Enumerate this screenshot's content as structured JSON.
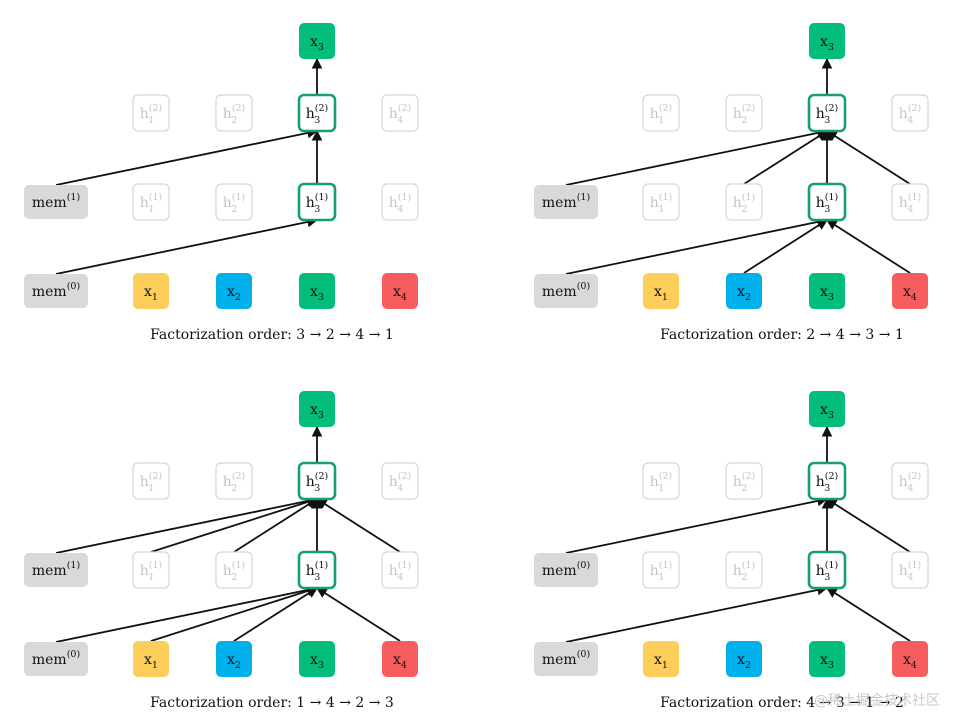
{
  "colors": {
    "x1": "#FDCF5A",
    "x2": "#00B0EB",
    "x3": "#02BE7A",
    "x4": "#F65D5F",
    "mem": "#D9D9D9",
    "active_border": "#169E73",
    "faded_border": "#D6D6D6",
    "edge": "#111111"
  },
  "panels": [
    {
      "caption": "Factorization order: 3 → 2 → 4 → 1",
      "mem_top": {
        "base": "mem",
        "sup": "(1)"
      },
      "mem_bottom": {
        "base": "mem",
        "sup": "(0)"
      },
      "layer1_inputs": [
        "mem_bottom"
      ],
      "layer2_inputs": [
        "mem_top",
        "h1_3"
      ]
    },
    {
      "caption": "Factorization order: 2 → 4 → 3 → 1",
      "mem_top": {
        "base": "mem",
        "sup": "(1)"
      },
      "mem_bottom": {
        "base": "mem",
        "sup": "(0)"
      },
      "layer1_inputs": [
        "mem_bottom",
        "x2",
        "x4"
      ],
      "layer2_inputs": [
        "mem_top",
        "h1_2",
        "h1_3",
        "h1_4"
      ]
    },
    {
      "caption": "Factorization order: 1 → 4 → 2 → 3",
      "mem_top": {
        "base": "mem",
        "sup": "(1)"
      },
      "mem_bottom": {
        "base": "mem",
        "sup": "(0)"
      },
      "layer1_inputs": [
        "mem_bottom",
        "x1",
        "x2",
        "x4"
      ],
      "layer2_inputs": [
        "mem_top",
        "h1_1",
        "h1_2",
        "h1_3",
        "h1_4"
      ]
    },
    {
      "caption": "Factorization order: 4 → 3 → 1 → 2",
      "mem_top": {
        "base": "mem",
        "sup": "(0)"
      },
      "mem_bottom": {
        "base": "mem",
        "sup": "(0)"
      },
      "layer1_inputs": [
        "mem_bottom",
        "x4"
      ],
      "layer2_inputs": [
        "mem_top",
        "h1_3",
        "h1_4"
      ]
    }
  ],
  "labels": {
    "x_base": "x",
    "h_base": "h",
    "layer1_sup": "(1)",
    "layer2_sup": "(2)",
    "indices": [
      "1",
      "2",
      "3",
      "4"
    ],
    "target_sub": "3"
  },
  "watermark": "@稀土掘金技术社区"
}
